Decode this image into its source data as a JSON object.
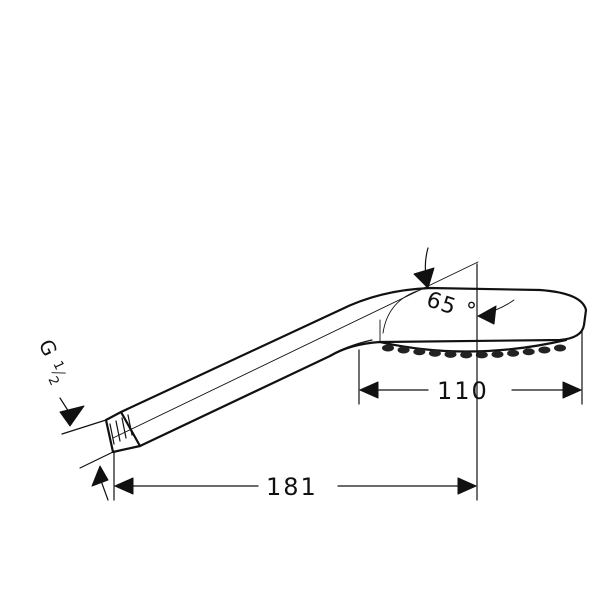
{
  "dimensions": {
    "total_length": "181",
    "head_length": "110",
    "head_angle": "65",
    "head_angle_unit": "°",
    "thread": {
      "letter": "G",
      "fraction_numerator": "1",
      "fraction_denominator": "2"
    }
  },
  "colors": {
    "line": "#111111",
    "background": "#ffffff"
  }
}
